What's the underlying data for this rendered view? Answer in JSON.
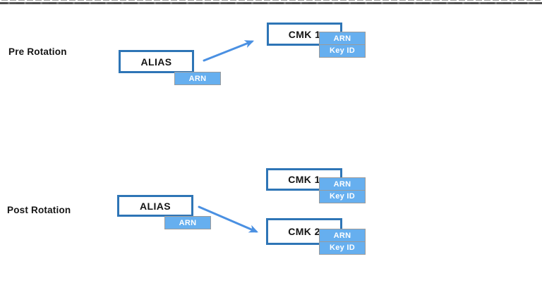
{
  "colors": {
    "box_border": "#2E75B6",
    "tag_fill": "#66AFEF",
    "tag_border": "#9B9B9B",
    "tag_text": "#FFFFFF",
    "arrow": "#4A90E2",
    "label_text": "#141414",
    "divider": "#4E4E4E"
  },
  "sections": {
    "pre": {
      "label": "Pre Rotation",
      "alias": {
        "title": "ALIAS",
        "tags": [
          "ARN"
        ]
      },
      "cmk1": {
        "title": "CMK 1",
        "tags": [
          "ARN",
          "Key ID"
        ]
      }
    },
    "post": {
      "label": "Post Rotation",
      "alias": {
        "title": "ALIAS",
        "tags": [
          "ARN"
        ]
      },
      "cmk1": {
        "title": "CMK 1",
        "tags": [
          "ARN",
          "Key ID"
        ]
      },
      "cmk2": {
        "title": "CMK 2",
        "tags": [
          "ARN",
          "Key ID"
        ]
      }
    }
  }
}
